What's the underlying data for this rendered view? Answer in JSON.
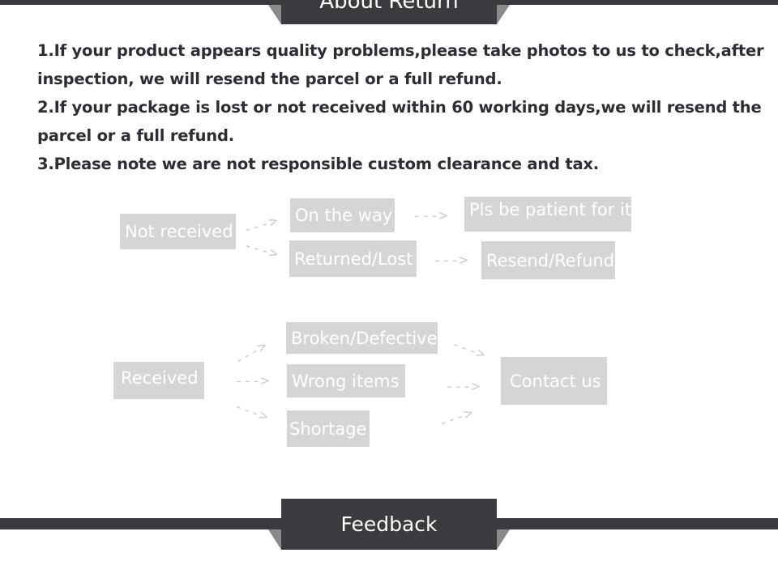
{
  "top_section": {
    "title": "About Return"
  },
  "notes": [
    "1.If your product appears quality problems,please take photos to us to check,after inspection, we will resend the parcel or a full refund.",
    "2.If your package is lost or not received within 60 working days,we will resend the parcel or a full refund.",
    "3.Please note we are not responsible custom clearance and tax."
  ],
  "flow_not_received": {
    "start": "Not received",
    "steps": [
      "On the way",
      "Returned/Lost"
    ],
    "outcomes": [
      "Pls be patient for it",
      "Resend/Refund"
    ]
  },
  "flow_received": {
    "start": "Received",
    "steps": [
      "Broken/Defective",
      "Wrong items",
      "Shortage"
    ],
    "outcome": "Contact us"
  },
  "arrows": {
    "dashed": "--->"
  },
  "bottom_section": {
    "title": "Feedback"
  },
  "colors": {
    "banner": "#3b3a3f",
    "banner_fold": "#8a8a8d",
    "text": "#2e2d33",
    "box": "#d5d5d5",
    "box_text": "#ffffff",
    "arrow": "#cccccc"
  }
}
